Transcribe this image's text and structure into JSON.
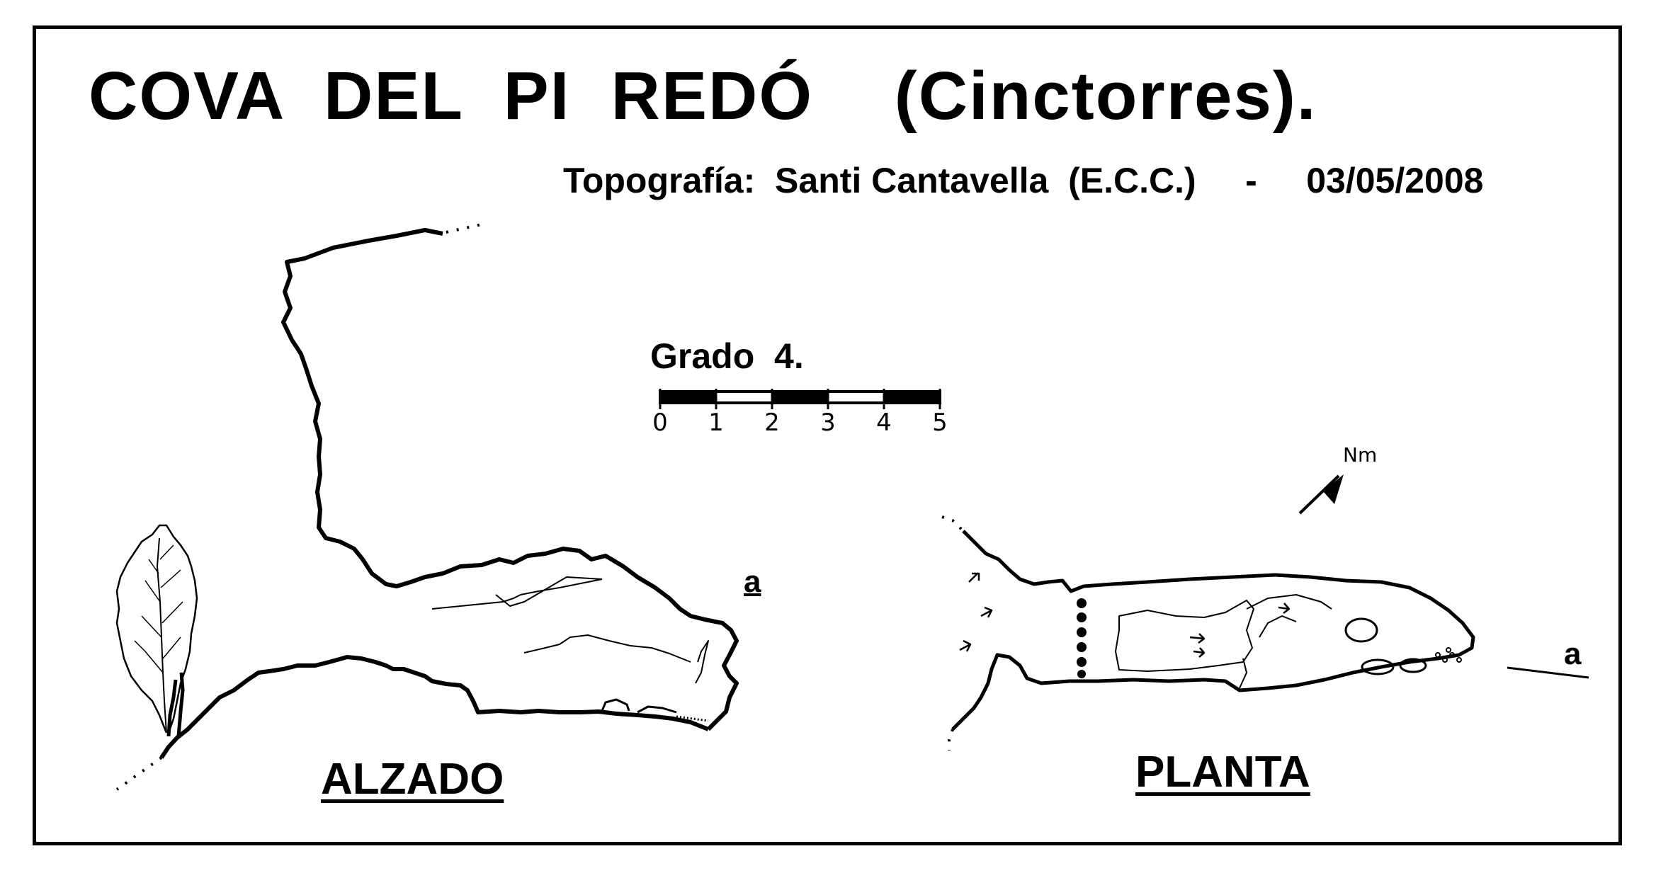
{
  "title": "COVA  DEL  PI  REDÓ    (Cinctorres).",
  "credits": "Topografía:  Santi Cantavella  (E.C.C.)     -     03/05/2008",
  "scale": {
    "label": "Grado  4.",
    "ticks": [
      "0",
      "1",
      "2",
      "3",
      "4",
      "5"
    ]
  },
  "north": {
    "label": "Nm"
  },
  "views": {
    "elevation_label": "ALZADO",
    "plan_label": "PLANTA"
  },
  "section_marker": "a",
  "colors": {
    "ink": "#000000",
    "paper": "#ffffff"
  }
}
